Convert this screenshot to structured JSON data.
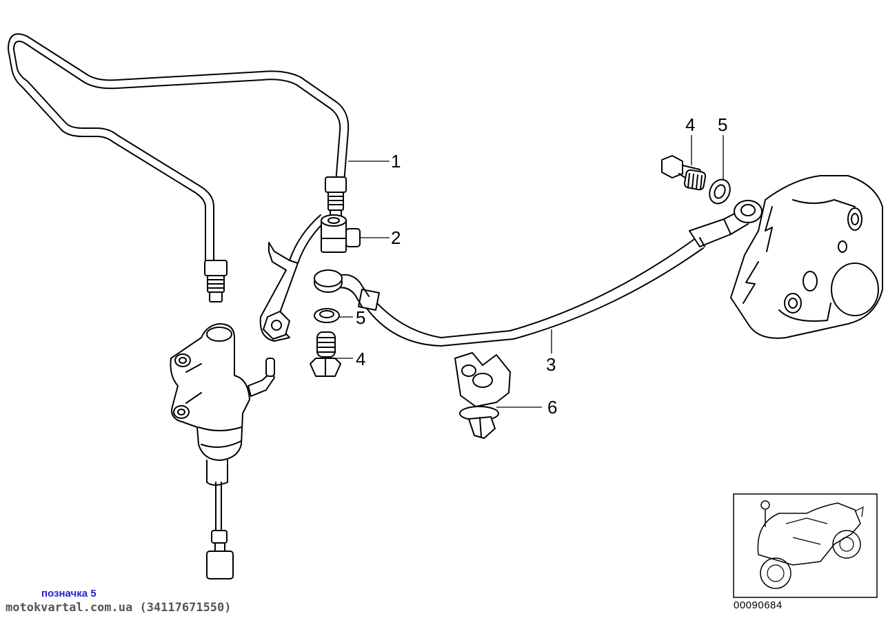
{
  "diagram": {
    "callouts": {
      "line_1": "1",
      "fitting_2": "2",
      "hose_3": "3",
      "bolt_4_right": "4",
      "washer_5_right": "5",
      "washer_5_left": "5",
      "bolt_4_left": "4",
      "clip_6": "6"
    },
    "drawing_number": "00090684"
  },
  "footer": {
    "tag": "позначка 5",
    "site": "motokvartal.com.ua (34117671550)"
  },
  "colors": {
    "line": "#000000",
    "tag_blue": "#2020d0",
    "site_gray": "#555555"
  }
}
